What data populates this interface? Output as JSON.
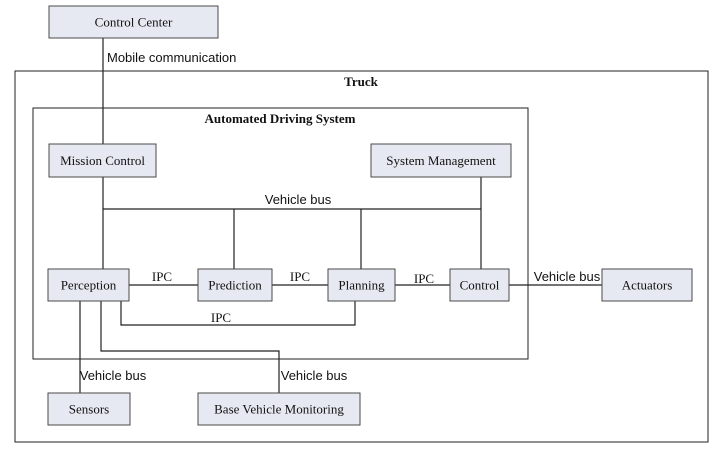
{
  "nodes": {
    "control_center": "Control Center",
    "mission_control": "Mission Control",
    "system_management": "System Management",
    "perception": "Perception",
    "prediction": "Prediction",
    "planning": "Planning",
    "control": "Control",
    "actuators": "Actuators",
    "sensors": "Sensors",
    "base_vehicle_monitoring": "Base Vehicle Monitoring"
  },
  "groups": {
    "truck": "Truck",
    "automated_driving_system": "Automated Driving System"
  },
  "edges": {
    "mobile_communication": "Mobile communication",
    "vehicle_bus_top": "Vehicle bus",
    "ipc_perception_prediction": "IPC",
    "ipc_prediction_planning": "IPC",
    "ipc_planning_control": "IPC",
    "ipc_lower": "IPC",
    "vehicle_bus_actuators": "Vehicle bus",
    "vehicle_bus_sensors": "Vehicle bus",
    "vehicle_bus_monitoring": "Vehicle bus"
  }
}
